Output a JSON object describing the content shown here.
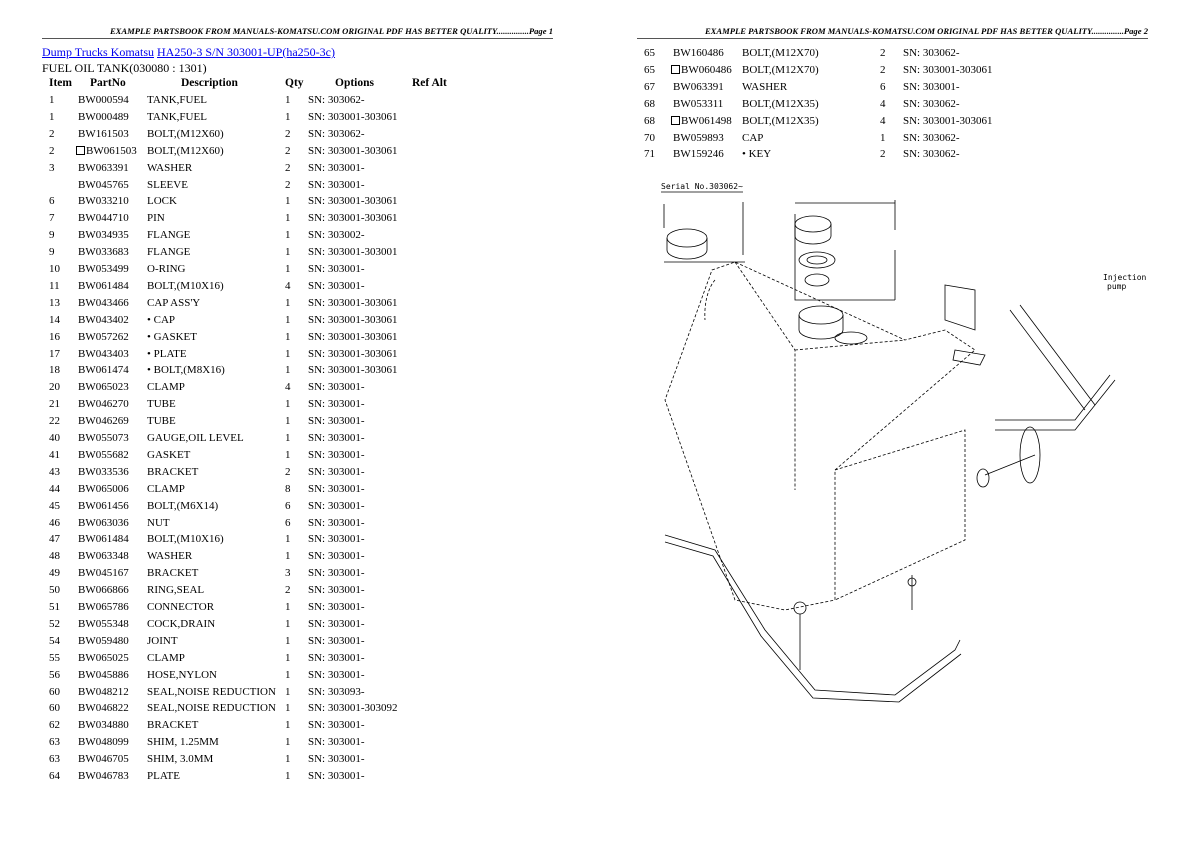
{
  "page1": {
    "header": "EXAMPLE PARTSBOOK FROM MANUALS-KOMATSU.COM ORIGINAL PDF HAS BETTER QUALITY...............Page 1",
    "breadcrumb": [
      "Dump Trucks Komatsu",
      "HA250-3 S/N 303001-UP(ha250-3c)"
    ],
    "subtitle": "FUEL OIL TANK(030080 : 1301)",
    "columns": [
      "Item",
      "PartNo",
      "Description",
      "Qty",
      "Options",
      "Ref Alt"
    ],
    "rows": [
      {
        "item": "1",
        "part": "BW000594",
        "desc": "TANK,FUEL",
        "qty": "1",
        "opt": "SN: 303062-"
      },
      {
        "item": "1",
        "part": "BW000489",
        "desc": "TANK,FUEL",
        "qty": "1",
        "opt": "SN: 303001-303061"
      },
      {
        "item": "2",
        "part": "BW161503",
        "desc": "BOLT,(M12X60)",
        "qty": "2",
        "opt": "SN: 303062-"
      },
      {
        "item": "2",
        "part": "BW061503",
        "alt": true,
        "desc": "BOLT,(M12X60)",
        "qty": "2",
        "opt": "SN: 303001-303061"
      },
      {
        "item": "3",
        "part": "BW063391",
        "desc": "WASHER",
        "qty": "2",
        "opt": "SN: 303001-"
      },
      {
        "item": "",
        "part": "BW045765",
        "desc": "SLEEVE",
        "qty": "2",
        "opt": "SN: 303001-"
      },
      {
        "item": "6",
        "part": "BW033210",
        "desc": "LOCK",
        "qty": "1",
        "opt": "SN: 303001-303061"
      },
      {
        "item": "7",
        "part": "BW044710",
        "desc": "PIN",
        "qty": "1",
        "opt": "SN: 303001-303061"
      },
      {
        "item": "9",
        "part": "BW034935",
        "desc": "FLANGE",
        "qty": "1",
        "opt": "SN: 303002-"
      },
      {
        "item": "9",
        "part": "BW033683",
        "desc": "FLANGE",
        "qty": "1",
        "opt": "SN: 303001-303001"
      },
      {
        "item": "10",
        "part": "BW053499",
        "desc": "O-RING",
        "qty": "1",
        "opt": "SN: 303001-"
      },
      {
        "item": "11",
        "part": "BW061484",
        "desc": "BOLT,(M10X16)",
        "qty": "4",
        "opt": "SN: 303001-"
      },
      {
        "item": "13",
        "part": "BW043466",
        "desc": "CAP ASS'Y",
        "qty": "1",
        "opt": "SN: 303001-303061"
      },
      {
        "item": "14",
        "part": "BW043402",
        "desc": "• CAP",
        "qty": "1",
        "opt": "SN: 303001-303061"
      },
      {
        "item": "16",
        "part": "BW057262",
        "desc": "• GASKET",
        "qty": "1",
        "opt": "SN: 303001-303061"
      },
      {
        "item": "17",
        "part": "BW043403",
        "desc": "• PLATE",
        "qty": "1",
        "opt": "SN: 303001-303061"
      },
      {
        "item": "18",
        "part": "BW061474",
        "desc": "• BOLT,(M8X16)",
        "qty": "1",
        "opt": "SN: 303001-303061"
      },
      {
        "item": "20",
        "part": "BW065023",
        "desc": "CLAMP",
        "qty": "4",
        "opt": "SN: 303001-"
      },
      {
        "item": "21",
        "part": "BW046270",
        "desc": "TUBE",
        "qty": "1",
        "opt": "SN: 303001-"
      },
      {
        "item": "22",
        "part": "BW046269",
        "desc": "TUBE",
        "qty": "1",
        "opt": "SN: 303001-"
      },
      {
        "item": "40",
        "part": "BW055073",
        "desc": "GAUGE,OIL LEVEL",
        "qty": "1",
        "opt": "SN: 303001-"
      },
      {
        "item": "41",
        "part": "BW055682",
        "desc": "GASKET",
        "qty": "1",
        "opt": "SN: 303001-"
      },
      {
        "item": "43",
        "part": "BW033536",
        "desc": "BRACKET",
        "qty": "2",
        "opt": "SN: 303001-"
      },
      {
        "item": "44",
        "part": "BW065006",
        "desc": "CLAMP",
        "qty": "8",
        "opt": "SN: 303001-"
      },
      {
        "item": "45",
        "part": "BW061456",
        "desc": "BOLT,(M6X14)",
        "qty": "6",
        "opt": "SN: 303001-"
      },
      {
        "item": "46",
        "part": "BW063036",
        "desc": "NUT",
        "qty": "6",
        "opt": "SN: 303001-"
      },
      {
        "item": "47",
        "part": "BW061484",
        "desc": "BOLT,(M10X16)",
        "qty": "1",
        "opt": "SN: 303001-"
      },
      {
        "item": "48",
        "part": "BW063348",
        "desc": "WASHER",
        "qty": "1",
        "opt": "SN: 303001-"
      },
      {
        "item": "49",
        "part": "BW045167",
        "desc": "BRACKET",
        "qty": "3",
        "opt": "SN: 303001-"
      },
      {
        "item": "50",
        "part": "BW066866",
        "desc": "RING,SEAL",
        "qty": "2",
        "opt": "SN: 303001-"
      },
      {
        "item": "51",
        "part": "BW065786",
        "desc": "CONNECTOR",
        "qty": "1",
        "opt": "SN: 303001-"
      },
      {
        "item": "52",
        "part": "BW055348",
        "desc": "COCK,DRAIN",
        "qty": "1",
        "opt": "SN: 303001-"
      },
      {
        "item": "54",
        "part": "BW059480",
        "desc": "JOINT",
        "qty": "1",
        "opt": "SN: 303001-"
      },
      {
        "item": "55",
        "part": "BW065025",
        "desc": "CLAMP",
        "qty": "1",
        "opt": "SN: 303001-"
      },
      {
        "item": "56",
        "part": "BW045886",
        "desc": "HOSE,NYLON",
        "qty": "1",
        "opt": "SN: 303001-"
      },
      {
        "item": "60",
        "part": "BW048212",
        "desc": "SEAL,NOISE REDUCTION",
        "qty": "1",
        "opt": "SN: 303093-"
      },
      {
        "item": "60",
        "part": "BW046822",
        "desc": "SEAL,NOISE REDUCTION",
        "qty": "1",
        "opt": "SN: 303001-303092"
      },
      {
        "item": "62",
        "part": "BW034880",
        "desc": "BRACKET",
        "qty": "1",
        "opt": "SN: 303001-"
      },
      {
        "item": "63",
        "part": "BW048099",
        "desc": "SHIM, 1.25MM",
        "qty": "1",
        "opt": "SN: 303001-"
      },
      {
        "item": "63",
        "part": "BW046705",
        "desc": "SHIM, 3.0MM",
        "qty": "1",
        "opt": "SN: 303001-"
      },
      {
        "item": "64",
        "part": "BW046783",
        "desc": "PLATE",
        "qty": "1",
        "opt": "SN: 303001-"
      }
    ]
  },
  "page2": {
    "header": "EXAMPLE PARTSBOOK FROM MANUALS-KOMATSU.COM ORIGINAL PDF HAS BETTER QUALITY...............Page 2",
    "rows": [
      {
        "item": "65",
        "part": "BW160486",
        "desc": "BOLT,(M12X70)",
        "qty": "2",
        "opt": "SN: 303062-"
      },
      {
        "item": "65",
        "part": "BW060486",
        "alt": true,
        "desc": "BOLT,(M12X70)",
        "qty": "2",
        "opt": "SN: 303001-303061"
      },
      {
        "item": "67",
        "part": "BW063391",
        "desc": "WASHER",
        "qty": "6",
        "opt": "SN: 303001-"
      },
      {
        "item": "68",
        "part": "BW053311",
        "desc": "BOLT,(M12X35)",
        "qty": "4",
        "opt": "SN: 303062-"
      },
      {
        "item": "68",
        "part": "BW061498",
        "alt": true,
        "desc": "BOLT,(M12X35)",
        "qty": "4",
        "opt": "SN: 303001-303061"
      },
      {
        "item": "70",
        "part": "BW059893",
        "desc": "CAP",
        "qty": "1",
        "opt": "SN: 303062-"
      },
      {
        "item": "71",
        "part": "BW159246",
        "desc": "• KEY",
        "qty": "2",
        "opt": "SN: 303062-"
      }
    ],
    "diagram": {
      "serial_label": "Serial No.303062~",
      "injection_label": [
        "Injection",
        "pump"
      ]
    }
  }
}
